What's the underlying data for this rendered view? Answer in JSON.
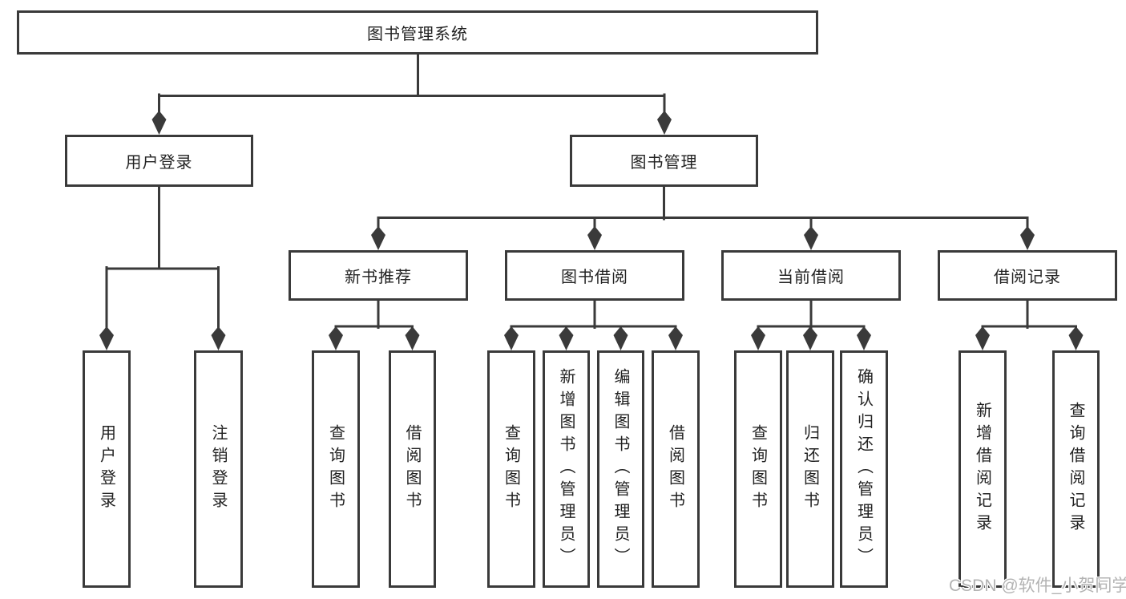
{
  "diagram_title": "图书管理系统",
  "nodes": {
    "root": "图书管理系统",
    "user_login": "用户登录",
    "book_mgmt": "图书管理",
    "new_books": "新书推荐",
    "book_borrow": "图书借阅",
    "current_borrow": "当前借阅",
    "borrow_records": "借阅记录",
    "leaf_login": "用户登录",
    "leaf_logout": "注销登录",
    "nb_query": "查询图书",
    "nb_borrow": "借阅图书",
    "bb_query": "查询图书",
    "bb_add": "新增图书（管理员）",
    "bb_edit": "编辑图书（管理员）",
    "bb_borrow": "借阅图书",
    "cb_query": "查询图书",
    "cb_return": "归还图书",
    "cb_confirm": "确认归还（管理员）",
    "br_add": "新增借阅记录",
    "br_query": "查询借阅记录"
  },
  "hierarchy": {
    "root": "图书管理系统",
    "children": [
      {
        "label": "用户登录",
        "children": [
          {
            "label": "用户登录"
          },
          {
            "label": "注销登录"
          }
        ]
      },
      {
        "label": "图书管理",
        "children": [
          {
            "label": "新书推荐",
            "children": [
              {
                "label": "查询图书"
              },
              {
                "label": "借阅图书"
              }
            ]
          },
          {
            "label": "图书借阅",
            "children": [
              {
                "label": "查询图书"
              },
              {
                "label": "新增图书（管理员）"
              },
              {
                "label": "编辑图书（管理员）"
              },
              {
                "label": "借阅图书"
              }
            ]
          },
          {
            "label": "当前借阅",
            "children": [
              {
                "label": "查询图书"
              },
              {
                "label": "归还图书"
              },
              {
                "label": "确认归还（管理员）"
              }
            ]
          },
          {
            "label": "借阅记录",
            "children": [
              {
                "label": "新增借阅记录"
              },
              {
                "label": "查询借阅记录"
              }
            ]
          }
        ]
      }
    ]
  },
  "watermark": "CSDN @软件_小贺同学",
  "colors": {
    "line": "#3a3a3a",
    "box_border": "#3a3a3a",
    "text": "#222222",
    "watermark": "#b3b3b3",
    "background": "#ffffff"
  }
}
